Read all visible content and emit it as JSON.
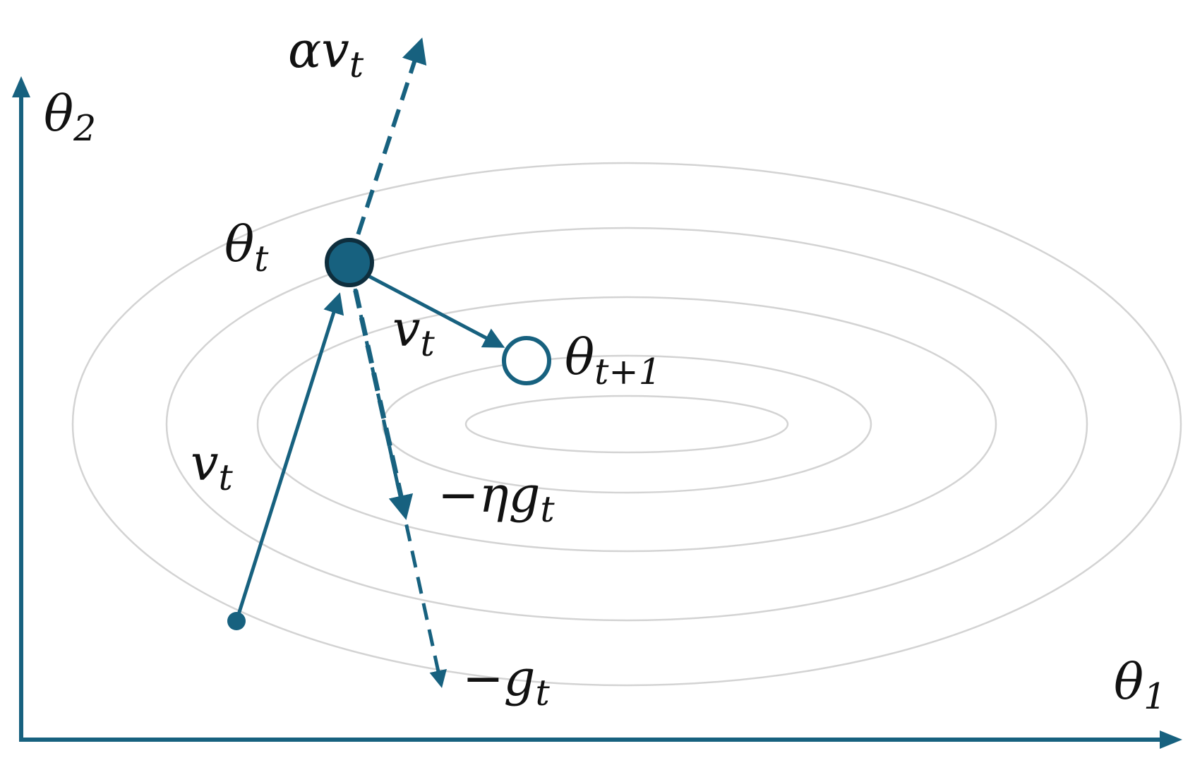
{
  "colors": {
    "accent": "#17617f",
    "contour": "#d3d3d3",
    "text": "#111111",
    "background": "#ffffff"
  },
  "labels": {
    "axis_y": {
      "base": "θ",
      "sub": "2"
    },
    "axis_x": {
      "base": "θ",
      "sub": "1"
    },
    "theta_t": {
      "base": "θ",
      "sub": "t"
    },
    "theta_t1": {
      "base": "θ",
      "sub": "t+1"
    },
    "alpha_vt": {
      "base": "αv",
      "sub": "t"
    },
    "vt_prev": {
      "base": "v",
      "sub": "t"
    },
    "vt_next": {
      "base": "v",
      "sub": "t"
    },
    "neg_eta_gt": {
      "base": "−ηg",
      "sub": "t"
    },
    "neg_gt": {
      "base": "−g",
      "sub": "t"
    }
  }
}
